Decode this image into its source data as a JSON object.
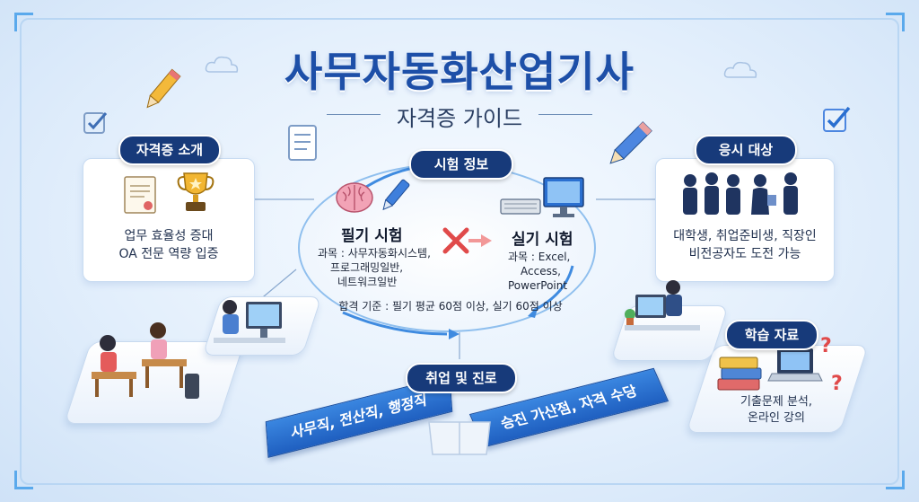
{
  "title": "사무자동화산업기사",
  "subtitle": "자격증 가이드",
  "intro": {
    "label": "자격증 소개",
    "lines": [
      "업무 효율성 증대",
      "OA 전문 역량 입증"
    ],
    "icons": [
      "certificate-icon",
      "trophy-icon"
    ]
  },
  "exam_info": {
    "label": "시험 정보",
    "written": {
      "title": "필기 시험",
      "lines": [
        "과목 : 사무자동화시스템,",
        "프로그래밍일반,",
        "네트워크일반"
      ],
      "icon": "brain-icon"
    },
    "practical": {
      "title": "실기 시험",
      "lines": [
        "과목 : Excel,",
        "Access,",
        "PowerPoint"
      ],
      "icon": "computer-icon"
    },
    "pass_criteria": "합격 기준 : 필기 평균 60점 이상, 실기 60점 이상"
  },
  "target": {
    "label": "응시 대상",
    "lines": [
      "대학생, 취업준비생, 직장인",
      "비전공자도 도전 가능"
    ],
    "icon": "people-icon"
  },
  "materials": {
    "label": "학습 자료",
    "lines": [
      "기출문제 분석,",
      "온라인 강의"
    ],
    "icons": [
      "books-icon",
      "laptop-icon",
      "question-icon"
    ]
  },
  "career": {
    "label": "취업 및 진로",
    "left_banner": "사무직, 전산직, 행정직",
    "right_banner": "승진 가산점, 자격 수당"
  },
  "colors": {
    "title": "#1d4fa8",
    "pill": "#173a7a",
    "banner": "#2a6fd0",
    "accent": "#5aa9ec"
  }
}
